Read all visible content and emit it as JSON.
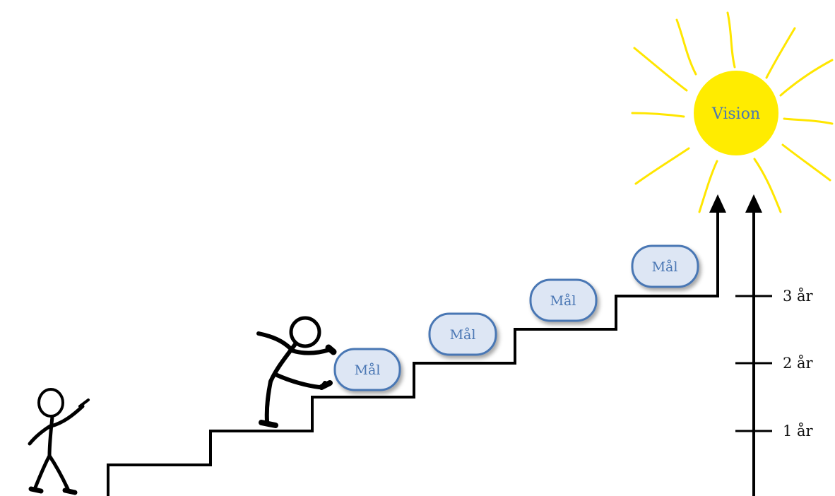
{
  "vision": {
    "label": "Vision"
  },
  "goals": [
    "Mål",
    "Mål",
    "Mål",
    "Mål"
  ],
  "timeline": {
    "ticks": [
      "1 år",
      "2 år",
      "3 år"
    ]
  },
  "colors": {
    "sun": "#ffec00",
    "sun_rays": "#ffe600",
    "goal_fill": "#dde6f4",
    "goal_stroke": "#4a77b4",
    "text_blue": "#4a77b4",
    "line": "#000000"
  },
  "figures": [
    "stick-figure-pointing",
    "stick-figure-climbing"
  ]
}
